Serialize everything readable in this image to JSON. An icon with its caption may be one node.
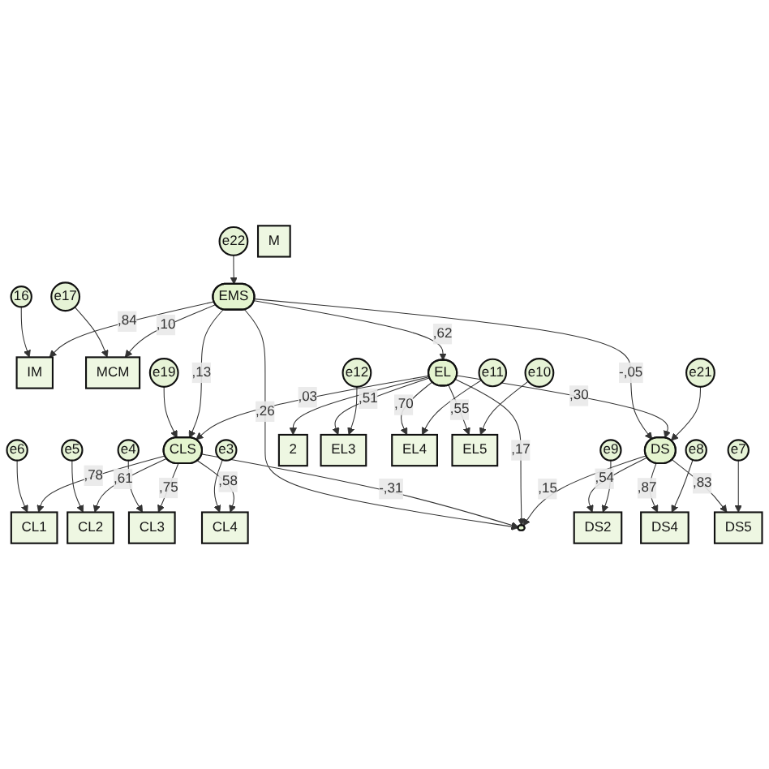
{
  "diagram": {
    "nodes": [
      {
        "text": [
          "16"
        ]
      },
      {
        "text": [
          "e17"
        ]
      },
      {
        "text": [
          "IM"
        ]
      },
      {
        "text": [
          "MCM"
        ]
      },
      {
        "text": [
          "EMS"
        ]
      },
      {
        "text": [
          "e22"
        ]
      },
      {
        "text": [
          "e6"
        ]
      },
      {
        "text": [
          "e5"
        ]
      },
      {
        "text": [
          "e4"
        ]
      },
      {
        "text": [
          "e3"
        ]
      },
      {
        "text": [
          "CL1"
        ]
      },
      {
        "text": [
          "CL2"
        ]
      },
      {
        "text": [
          "CL3"
        ]
      },
      {
        "text": [
          "CL4"
        ]
      },
      {
        "text": [
          "CLS"
        ]
      },
      {
        "text": [
          "e19"
        ]
      },
      {
        "text": [],
        "shape": "ellipse"
      },
      {
        "text": [
          "EL"
        ]
      },
      {
        "text": [
          "DS"
        ]
      },
      {
        "text": [
          "e21"
        ]
      },
      {
        "text": [
          "2"
        ]
      },
      {
        "text": [
          "EL3"
        ]
      },
      {
        "text": [
          "EL4"
        ]
      },
      {
        "text": [
          "EL5"
        ]
      },
      {
        "text": [
          "e12"
        ]
      },
      {
        "text": [
          "e11"
        ]
      },
      {
        "text": [
          "e10"
        ]
      },
      {
        "text": [
          "DS2"
        ]
      },
      {
        "text": [
          "DS4"
        ]
      },
      {
        "text": [
          "DS5"
        ]
      },
      {
        "text": [
          "e9"
        ]
      },
      {
        "text": [
          "e8"
        ]
      },
      {
        "text": [
          "e7"
        ]
      },
      {
        "text": [
          "M"
        ]
      }
    ],
    "edges": [
      {
        "from": 0,
        "to": 2,
        "arrow": "to"
      },
      {
        "from": 1,
        "to": 3,
        "arrow": "to"
      },
      {
        "from": 4,
        "to": 2,
        "arrow": "to",
        "label": ",84"
      },
      {
        "from": 4,
        "to": 3,
        "arrow": "to",
        "label": ",10"
      },
      {
        "from": 5,
        "to": 4,
        "arrow": "to"
      },
      {
        "from": 6,
        "to": 10,
        "arrow": "to"
      },
      {
        "from": 7,
        "to": 11,
        "arrow": "to"
      },
      {
        "from": 8,
        "to": 12,
        "arrow": "to"
      },
      {
        "from": 9,
        "to": 13,
        "arrow": "to"
      },
      {
        "from": 14,
        "to": 10,
        "arrow": "to",
        "label": ",78"
      },
      {
        "from": 14,
        "to": 11,
        "arrow": "to",
        "label": ",61"
      },
      {
        "from": 14,
        "to": 12,
        "arrow": "to",
        "label": ",75"
      },
      {
        "from": 14,
        "to": 13,
        "arrow": "to",
        "label": ",58"
      },
      {
        "from": 15,
        "to": 14,
        "arrow": "to"
      },
      {
        "from": 4,
        "to": 14,
        "arrow": "to",
        "label": ",13"
      },
      {
        "from": 4,
        "to": 16,
        "arrow": "to",
        "label": ",26"
      },
      {
        "from": 14,
        "to": 16,
        "arrow": "to",
        "label": "-,31"
      },
      {
        "from": 4,
        "to": 17,
        "arrow": "to",
        "label": ",62"
      },
      {
        "from": 17,
        "to": 14,
        "arrow": "to",
        "label": ",03"
      },
      {
        "from": 4,
        "to": 18,
        "arrow": "to",
        "label": "-,05"
      },
      {
        "from": 17,
        "to": 16,
        "arrow": "to",
        "label": ",17"
      },
      {
        "from": 17,
        "to": 18,
        "arrow": "to",
        "label": ",30"
      },
      {
        "from": 18,
        "to": 16,
        "arrow": "to",
        "label": ",15"
      },
      {
        "from": 19,
        "to": 18,
        "arrow": "to"
      },
      {
        "from": 17,
        "to": 20,
        "arrow": "to"
      },
      {
        "from": 17,
        "to": 21,
        "arrow": "to",
        "label": ",51"
      },
      {
        "from": 17,
        "to": 22,
        "arrow": "to",
        "label": ",70"
      },
      {
        "from": 17,
        "to": 23,
        "arrow": "to",
        "label": ",55"
      },
      {
        "from": 24,
        "to": 21,
        "arrow": "to"
      },
      {
        "from": 25,
        "to": 22,
        "arrow": "to"
      },
      {
        "from": 26,
        "to": 23,
        "arrow": "to"
      },
      {
        "from": 18,
        "to": 27,
        "arrow": "to",
        "label": ",54"
      },
      {
        "from": 18,
        "to": 28,
        "arrow": "to",
        "label": ",87"
      },
      {
        "from": 18,
        "to": 29,
        "arrow": "to",
        "label": ",83"
      },
      {
        "from": 30,
        "to": 27,
        "arrow": "to"
      },
      {
        "from": 31,
        "to": 28,
        "arrow": "to"
      },
      {
        "from": 32,
        "to": 29,
        "arrow": "to"
      }
    ]
  }
}
